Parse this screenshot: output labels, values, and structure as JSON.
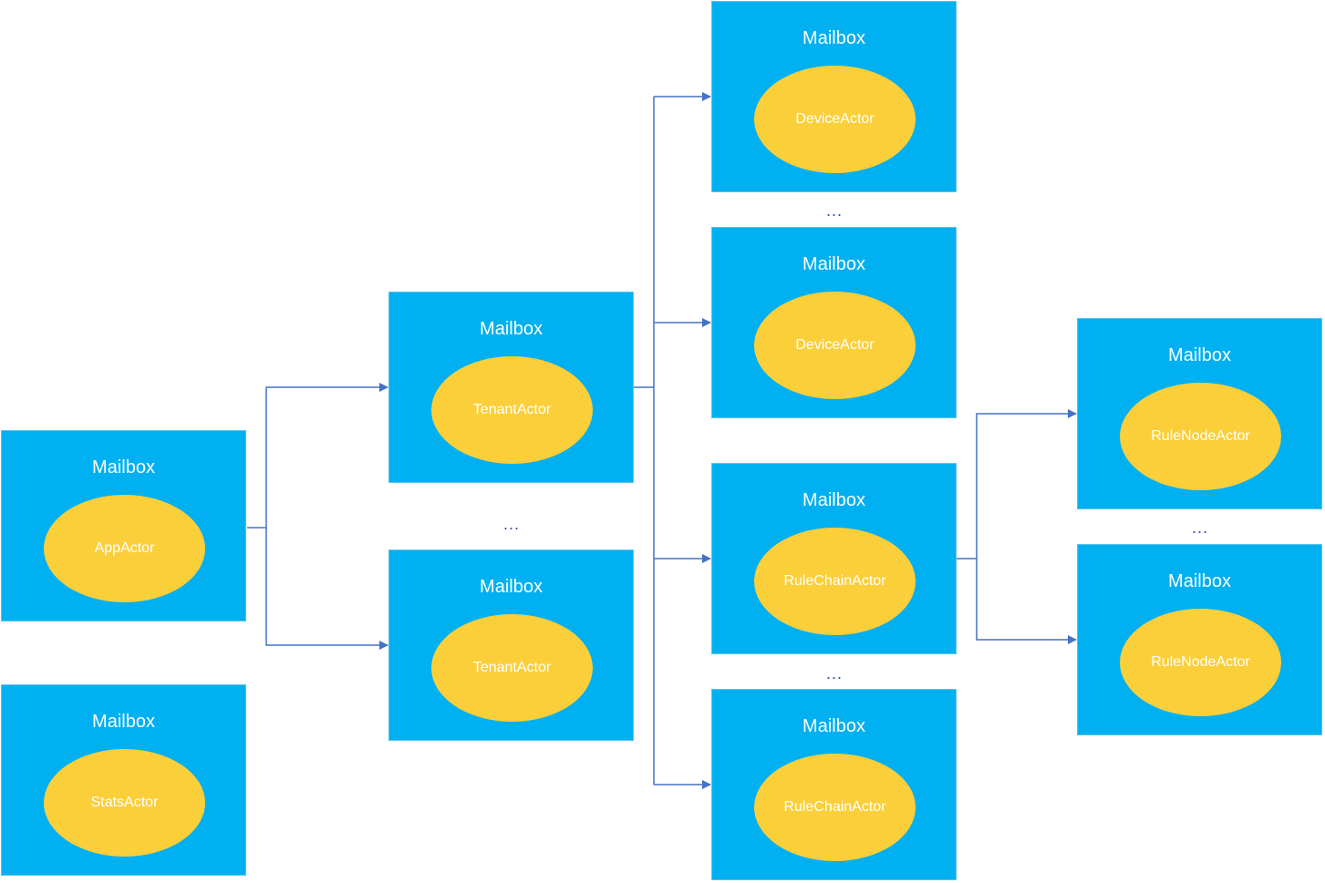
{
  "colors": {
    "mailbox": "#00B0F0",
    "actor": "#FBCF3A",
    "connector": "#4472C4",
    "text": "#FFFFFF",
    "ellipsis": "#2E5597"
  },
  "nodes": {
    "app": {
      "mailbox": "Mailbox",
      "actor": "AppActor"
    },
    "stats": {
      "mailbox": "Mailbox",
      "actor": "StatsActor"
    },
    "tenant_1": {
      "mailbox": "Mailbox",
      "actor": "TenantActor"
    },
    "tenant_2": {
      "mailbox": "Mailbox",
      "actor": "TenantActor"
    },
    "device_1": {
      "mailbox": "Mailbox",
      "actor": "DeviceActor"
    },
    "device_2": {
      "mailbox": "Mailbox",
      "actor": "DeviceActor"
    },
    "rulechain_1": {
      "mailbox": "Mailbox",
      "actor": "RuleChainActor"
    },
    "rulechain_2": {
      "mailbox": "Mailbox",
      "actor": "RuleChainActor"
    },
    "rulenode_1": {
      "mailbox": "Mailbox",
      "actor": "RuleNodeActor"
    },
    "rulenode_2": {
      "mailbox": "Mailbox",
      "actor": "RuleNodeActor"
    }
  },
  "ellipses": {
    "tenants": "...",
    "devices": "...",
    "rulechains": "...",
    "rulenodes": "..."
  },
  "connections": [
    {
      "from": "app",
      "to": "tenant_1"
    },
    {
      "from": "app",
      "to": "tenant_2"
    },
    {
      "from": "tenant_1",
      "to": "device_1"
    },
    {
      "from": "tenant_1",
      "to": "device_2"
    },
    {
      "from": "tenant_1",
      "to": "rulechain_1"
    },
    {
      "from": "tenant_1",
      "to": "rulechain_2"
    },
    {
      "from": "rulechain_1",
      "to": "rulenode_1"
    },
    {
      "from": "rulechain_1",
      "to": "rulenode_2"
    }
  ]
}
